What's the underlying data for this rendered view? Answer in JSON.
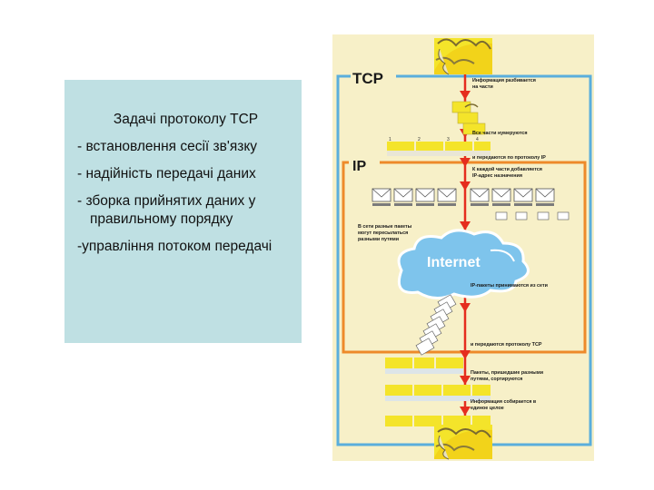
{
  "task_box": {
    "title": "Задачі протоколу TCP",
    "items": [
      "- встановлення сесії зв'язку",
      "- надійність передачі даних",
      "- зборка прийнятих даних у правильному порядку",
      "-управління потоком передачі"
    ]
  },
  "diagram": {
    "tcp_label": "TCP",
    "ip_label": "IP",
    "internet_label": "Internet",
    "captions": {
      "split_1": "Информация разбивается",
      "split_2": "на части",
      "numbered": "Все части нумеруются",
      "to_ip": "и передаются по протоколу IP",
      "addr_1": "К каждой части добавляется",
      "addr_2": "IP-адрес назначения",
      "paths_1": "В сети разные пакеты",
      "paths_2": "могут пересылаться",
      "paths_3": "разными путями",
      "received": "IP-пакеты принимаются из сети",
      "to_tcp": "и передаются протоколу TCP",
      "sorted_1": "Пакеты, пришедшие разными",
      "sorted_2": "путями, сортируются",
      "assembled_1": "Информация собирается в",
      "assembled_2": "единое целое"
    },
    "colors": {
      "background": "#f7f0c8",
      "tcp_frame": "#5aaedc",
      "ip_frame": "#ee8a2a",
      "arrow": "#e52d1e",
      "packet": "#f4e42a",
      "cloud": "#7ec4ec"
    }
  }
}
